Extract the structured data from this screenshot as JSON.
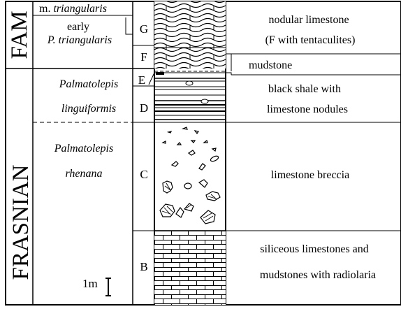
{
  "stages": [
    {
      "id": "fam",
      "label": "FAM"
    },
    {
      "id": "frasnian",
      "label": "FRASNIAN"
    }
  ],
  "zones": {
    "m_triangularis": {
      "prefix": "m.",
      "name": "triangularis"
    },
    "early_p_triangularis": {
      "line1": "early",
      "line2": "P. triangularis"
    },
    "linguiformis": {
      "line1": "Palmatolepis",
      "line2": "linguiformis"
    },
    "rhenana": {
      "line1": "Palmatolepis",
      "line2": "rhenana"
    }
  },
  "beds": [
    {
      "id": "G",
      "label": "G"
    },
    {
      "id": "F",
      "label": "F"
    },
    {
      "id": "E",
      "label": "E"
    },
    {
      "id": "D",
      "label": "D"
    },
    {
      "id": "C",
      "label": "C"
    },
    {
      "id": "B",
      "label": "B"
    }
  ],
  "lithology": {
    "nodular": {
      "line1": "nodular limestone",
      "line2": "(F with tentaculites)"
    },
    "mudstone": {
      "line1": "mudstone"
    },
    "black_shale": {
      "line1": "black shale with",
      "line2": "limestone nodules"
    },
    "breccia": {
      "line1": "limestone breccia"
    },
    "siliceous": {
      "line1": "siliceous limestones and",
      "line2": "mudstones with radiolaria"
    }
  },
  "scale_bar": {
    "label": "1m"
  }
}
